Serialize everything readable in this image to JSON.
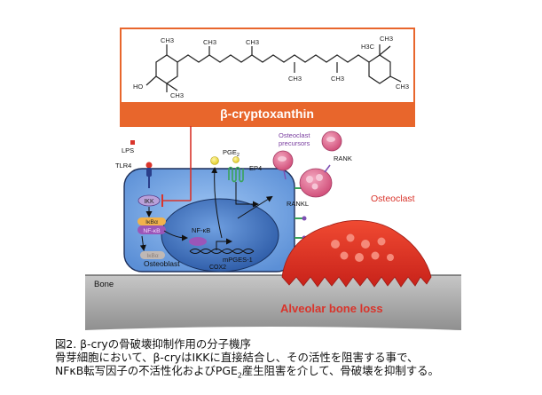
{
  "structure": {
    "ch3_labels": [
      "CH3",
      "CH3",
      "CH3",
      "H3C",
      "CH3",
      "CH3",
      "CH3",
      "CH3",
      "CH3"
    ],
    "ho_label": "HO",
    "compound_name": "β-cryptoxanthin"
  },
  "labels": {
    "lps": "LPS",
    "tlr4": "TLR4",
    "ikk": "IKK",
    "ikba": "IκBα",
    "nfkb_complex": "NF-κB",
    "ikba_degraded": "IκBα",
    "osteoblast": "Osteoblast",
    "nfkb_nucleus": "NF-κB",
    "mpges1": "mPGES-1",
    "cox2": "COX2",
    "pge2": "PGE",
    "pge2_sub": "2",
    "ep4": "EP4",
    "rankl": "RANKL",
    "rank": "RANK",
    "precursors_line1": "Osteoclast",
    "precursors_line2": "precursors",
    "osteoclast": "Osteoclast",
    "bone": "Bone",
    "bone_loss": "Alveolar bone loss"
  },
  "caption": {
    "line1": "図2. β-cryの骨破壊抑制作用の分子機序",
    "line2": "骨芽細胞において、β-cryはIKKに直接結合し、その活性を阻害する事で、",
    "line3_a": "NFκB転写因子の不活性化およびPGE",
    "line3_sub": "2",
    "line3_b": "産生阻害を介して、骨破壊を抑制する。"
  },
  "colors": {
    "accent_orange": "#e8662c",
    "inhibit_red": "#d9342b",
    "cell_blue": "#5b8fd6",
    "nucleus_blue": "#2f5fae",
    "osteoclast_red": "#e32f1f",
    "precursor_pink": "#d9577f",
    "bone_gray": "#a7a7a7"
  }
}
